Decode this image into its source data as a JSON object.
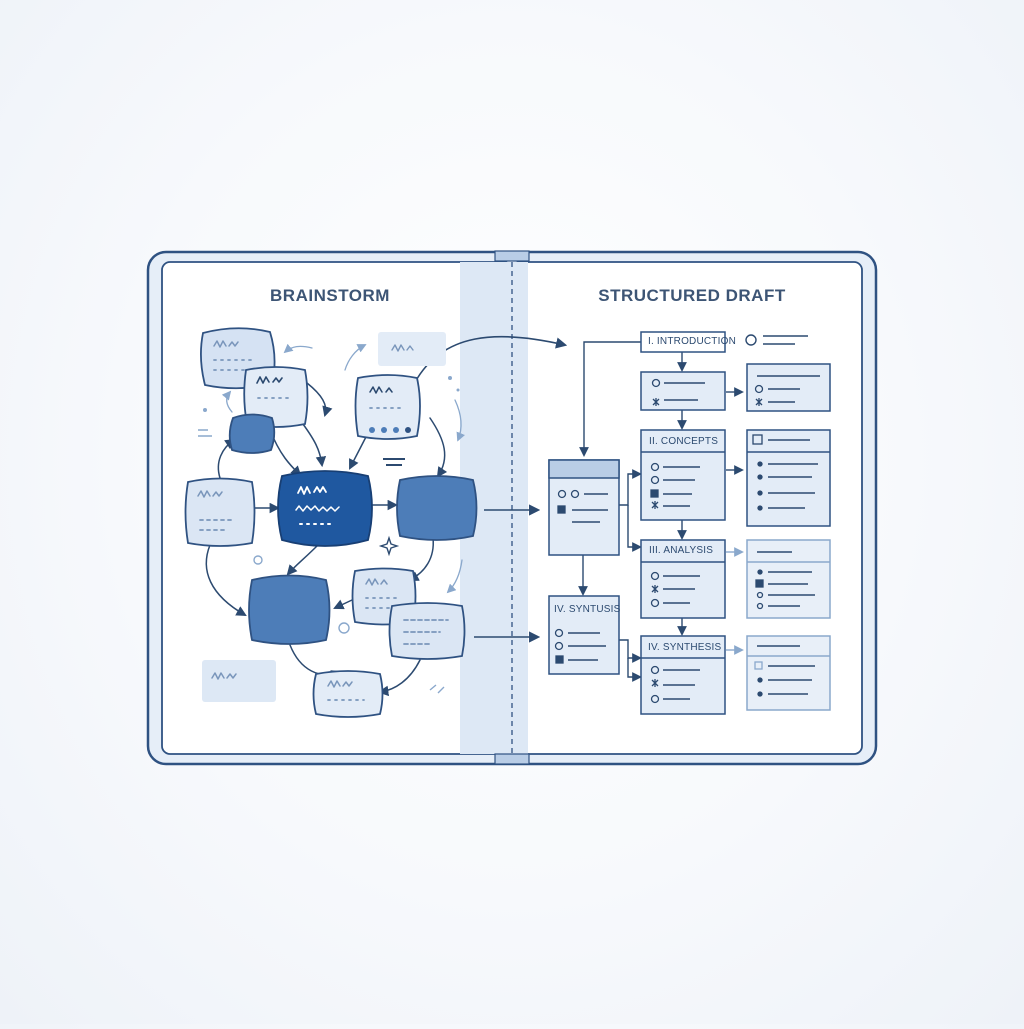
{
  "notebook": {
    "left_page": {
      "heading": "BRAINSTORM"
    },
    "right_page": {
      "heading": "STRUCTURED DRAFT",
      "sections": [
        {
          "label": "I. INTRODUCTION"
        },
        {
          "label": "II. CONCEPTS"
        },
        {
          "label": "III. ANALYSIS"
        },
        {
          "label": "IV. SYNTHESIS"
        }
      ],
      "side_card_label": "IV. SYNTUSIS"
    }
  },
  "colors": {
    "frame": "#2f5282",
    "ink": "#2c4a70",
    "card_light": "#dbe6f4",
    "card_mid": "#4d7db8",
    "card_dark": "#1f58a0",
    "spine": "#dde8f5"
  },
  "icons": [
    "circle-bullet-icon",
    "square-bullet-icon",
    "asterisk-bullet-icon",
    "sparkle-icon",
    "arrow-icon"
  ]
}
